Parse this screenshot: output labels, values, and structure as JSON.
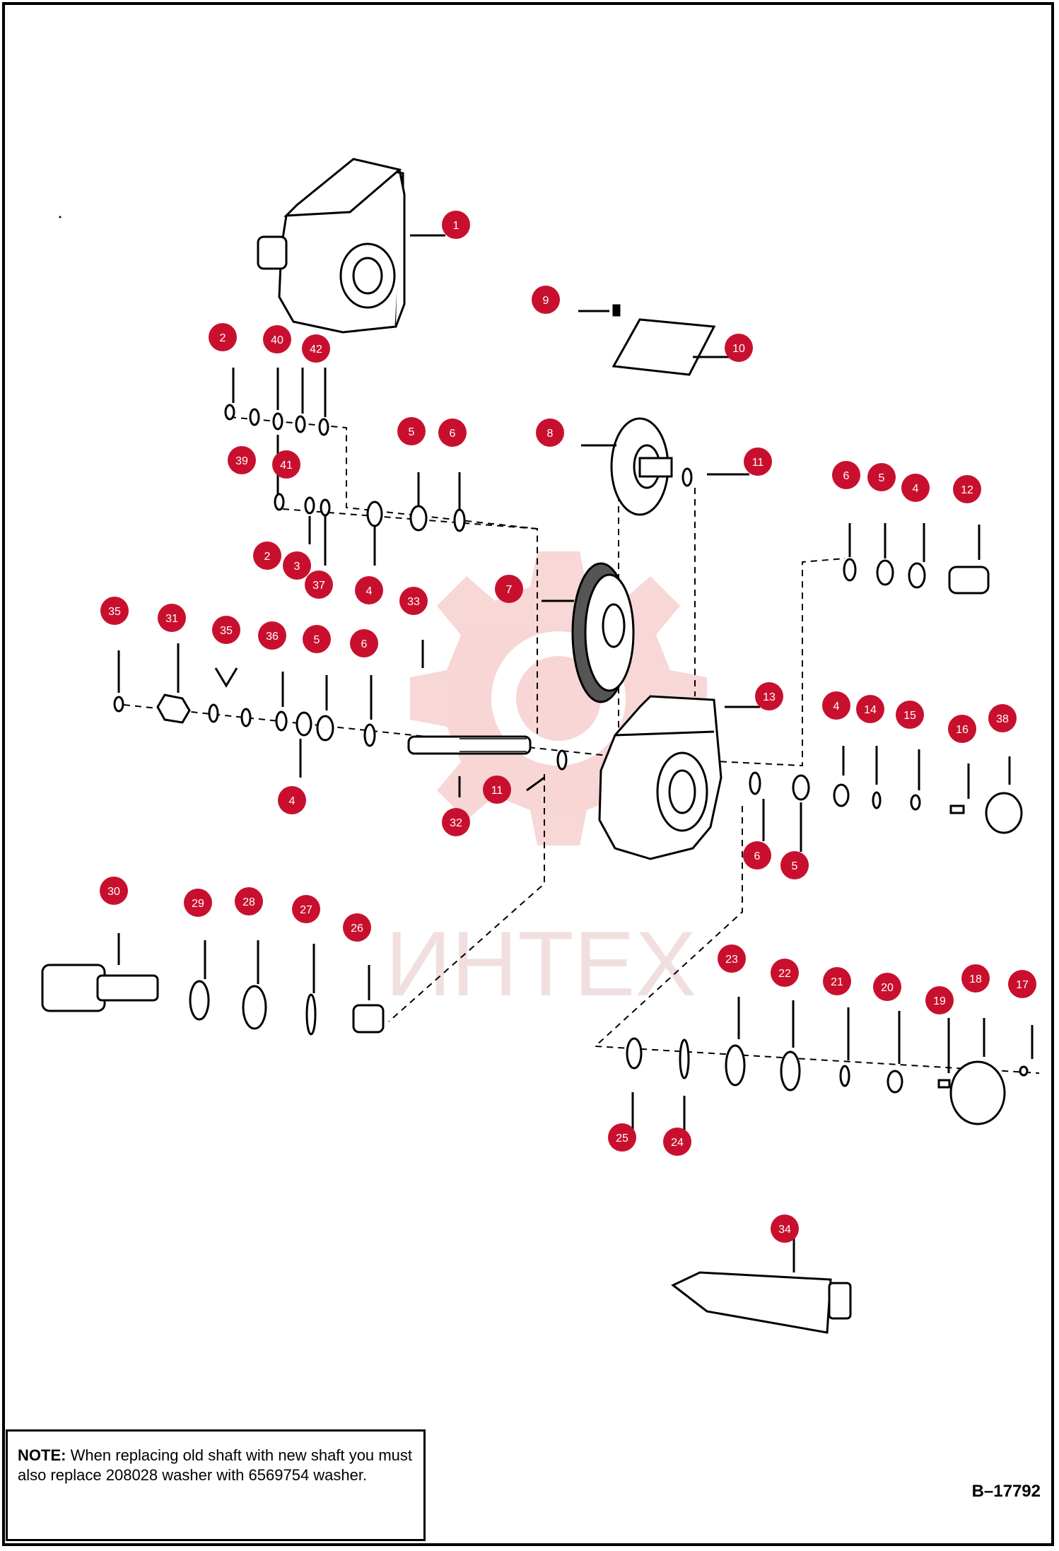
{
  "watermark": {
    "text": "ИНТЕХ",
    "color": "#f3b6b6"
  },
  "colors": {
    "callout_fill": "#c8102e",
    "callout_text": "#ffffff",
    "line": "#000000"
  },
  "note": {
    "label": "NOTE:",
    "text": " When replacing old shaft with new shaft you must also replace 208028 washer with 6569754 washer."
  },
  "drawing_number": "B–17792",
  "parts": [
    {
      "id": "part-1",
      "number": "1"
    },
    {
      "id": "part-2a",
      "number": "2"
    },
    {
      "id": "part-40",
      "number": "40"
    },
    {
      "id": "part-42",
      "number": "42"
    },
    {
      "id": "part-39",
      "number": "39"
    },
    {
      "id": "part-41",
      "number": "41"
    },
    {
      "id": "part-2b",
      "number": "2"
    },
    {
      "id": "part-3",
      "number": "3"
    },
    {
      "id": "part-37",
      "number": "37"
    },
    {
      "id": "part-4a",
      "number": "4"
    },
    {
      "id": "part-5a",
      "number": "5"
    },
    {
      "id": "part-6a",
      "number": "6"
    },
    {
      "id": "part-9",
      "number": "9"
    },
    {
      "id": "part-10",
      "number": "10"
    },
    {
      "id": "part-8",
      "number": "8"
    },
    {
      "id": "part-11a",
      "number": "11"
    },
    {
      "id": "part-6b",
      "number": "6"
    },
    {
      "id": "part-5b",
      "number": "5"
    },
    {
      "id": "part-4b",
      "number": "4"
    },
    {
      "id": "part-12",
      "number": "12"
    },
    {
      "id": "part-7",
      "number": "7"
    },
    {
      "id": "part-33",
      "number": "33"
    },
    {
      "id": "part-35a",
      "number": "35"
    },
    {
      "id": "part-31",
      "number": "31"
    },
    {
      "id": "part-35b",
      "number": "35"
    },
    {
      "id": "part-36",
      "number": "36"
    },
    {
      "id": "part-5c",
      "number": "5"
    },
    {
      "id": "part-6c",
      "number": "6"
    },
    {
      "id": "part-13",
      "number": "13"
    },
    {
      "id": "part-4c",
      "number": "4"
    },
    {
      "id": "part-14",
      "number": "14"
    },
    {
      "id": "part-15",
      "number": "15"
    },
    {
      "id": "part-16",
      "number": "16"
    },
    {
      "id": "part-38",
      "number": "38"
    },
    {
      "id": "part-4d",
      "number": "4"
    },
    {
      "id": "part-32",
      "number": "32"
    },
    {
      "id": "part-11b",
      "number": "11"
    },
    {
      "id": "part-6d",
      "number": "6"
    },
    {
      "id": "part-5d",
      "number": "5"
    },
    {
      "id": "part-30",
      "number": "30"
    },
    {
      "id": "part-29",
      "number": "29"
    },
    {
      "id": "part-28",
      "number": "28"
    },
    {
      "id": "part-27",
      "number": "27"
    },
    {
      "id": "part-26",
      "number": "26"
    },
    {
      "id": "part-23",
      "number": "23"
    },
    {
      "id": "part-22",
      "number": "22"
    },
    {
      "id": "part-21",
      "number": "21"
    },
    {
      "id": "part-20",
      "number": "20"
    },
    {
      "id": "part-19",
      "number": "19"
    },
    {
      "id": "part-18",
      "number": "18"
    },
    {
      "id": "part-17",
      "number": "17"
    },
    {
      "id": "part-25",
      "number": "25"
    },
    {
      "id": "part-24",
      "number": "24"
    },
    {
      "id": "part-34",
      "number": "34"
    }
  ]
}
